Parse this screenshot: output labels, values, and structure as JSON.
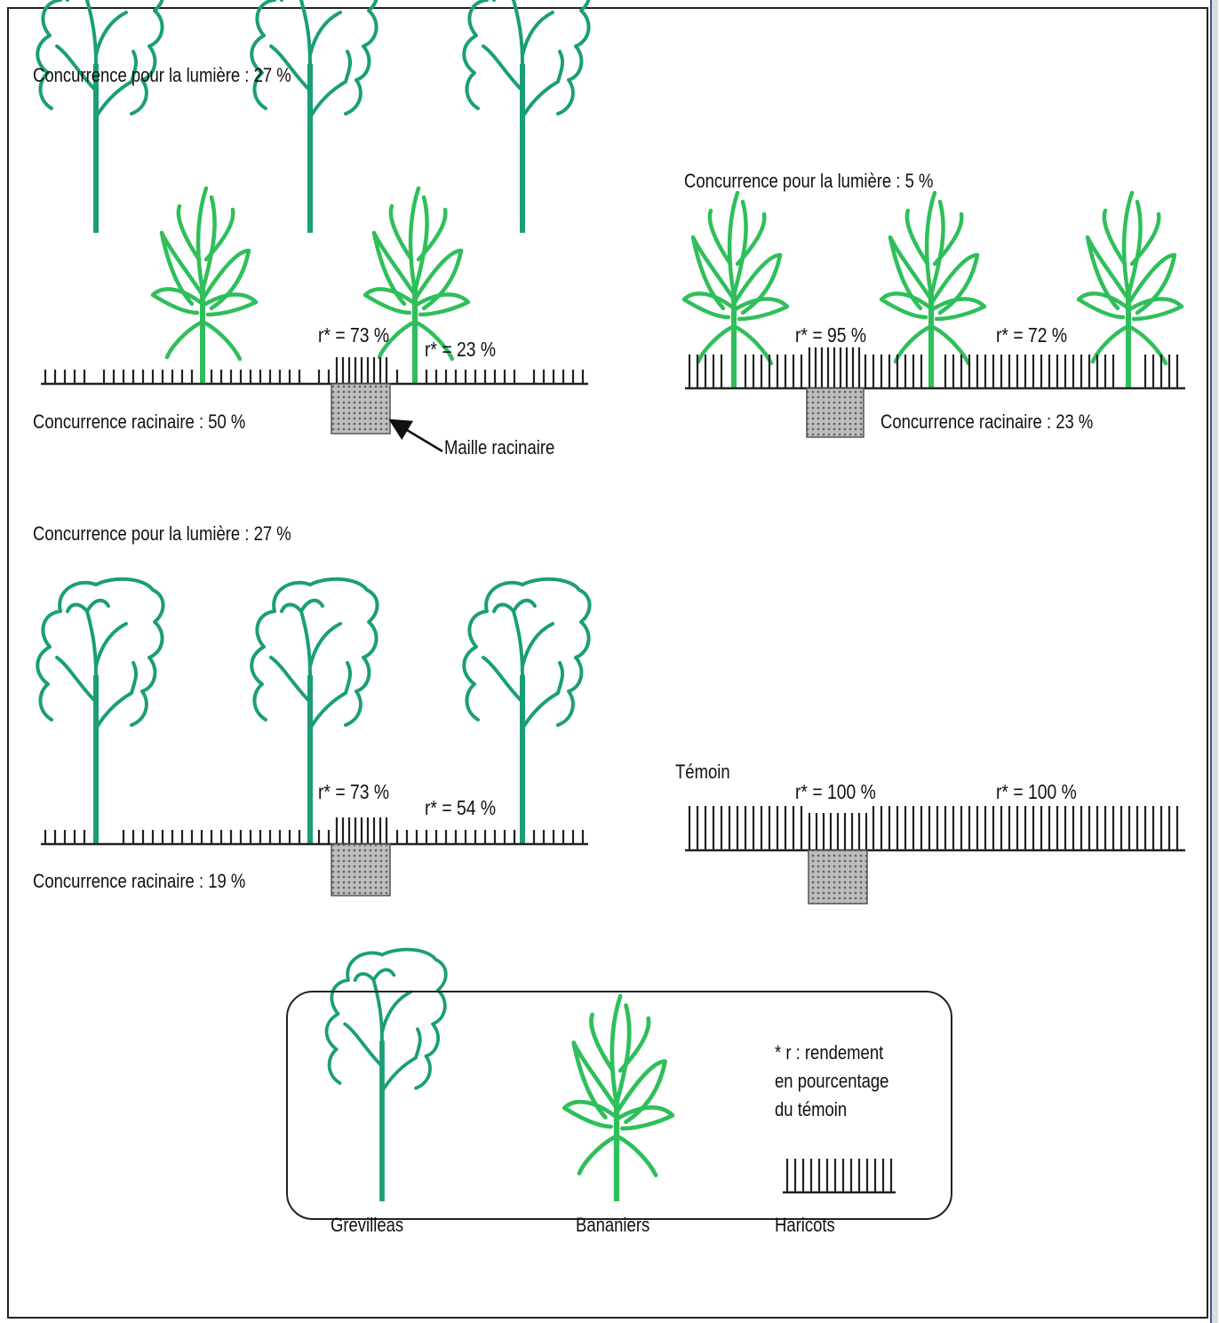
{
  "colors": {
    "tree": "#1a9e78",
    "banana": "#2fbf5a",
    "bean": "#222222",
    "mesh": "#8a8a8a",
    "text": "#111111"
  },
  "panels": {
    "grevillea_banana": {
      "light_competition": "Concurrence pour la lumière : 27 %",
      "root_competition": "Concurrence racinaire : 50 %",
      "yield_near": "r* = 73 %",
      "yield_far": "r* = 23 %",
      "mesh_label": "Maille racinaire"
    },
    "banana_only": {
      "light_competition": "Concurrence pour la lumière : 5 %",
      "root_competition": "Concurrence racinaire : 23 %",
      "yield_near": "r* = 95 %",
      "yield_far": "r* = 72 %"
    },
    "grevillea_only": {
      "light_competition": "Concurrence pour la lumière : 27 %",
      "root_competition": "Concurrence racinaire : 19 %",
      "yield_near": "r* = 73 %",
      "yield_far": "r* = 54 %"
    },
    "control": {
      "title": "Témoin",
      "yield_near": "r* = 100 %",
      "yield_far": "r* = 100 %"
    }
  },
  "legend": {
    "grevillea": "Grevilleas",
    "banana": "Bananiers",
    "bean": "Haricots",
    "note_line1": "* r : rendement",
    "note_line2": "en pourcentage",
    "note_line3": "du témoin"
  }
}
